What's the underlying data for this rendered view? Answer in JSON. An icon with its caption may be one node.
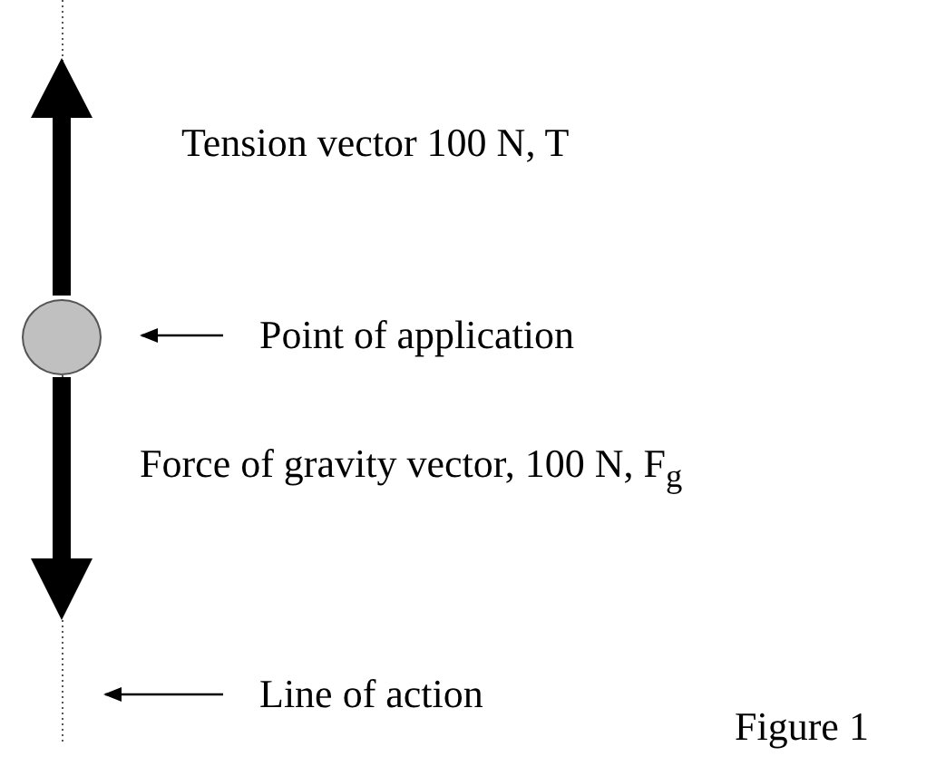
{
  "diagram": {
    "caption": "Figure 1",
    "nodes": [
      {
        "text": [
          "Point of application"
        ]
      },
      {
        "text": [],
        "shape": "circle"
      },
      {
        "text": [
          "Line of action"
        ]
      }
    ],
    "edges": [
      {
        "from": 0,
        "to": 1,
        "arrow": "to"
      },
      {
        "from": 2,
        "to": null,
        "arrow": "to"
      }
    ],
    "labels": [
      "Tension vector 100 N, T",
      "Force of gravity vector, 100 N, F$_{g}$"
    ]
  }
}
